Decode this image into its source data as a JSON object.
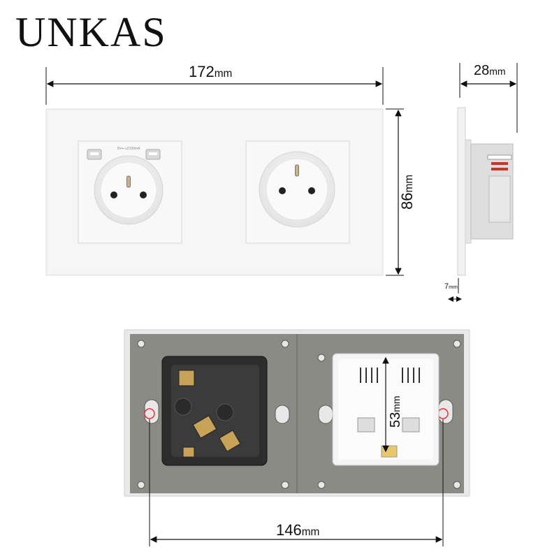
{
  "brand": {
    "name": "UNKAS"
  },
  "dimensions": {
    "width_front": {
      "value": "172",
      "unit": "mm"
    },
    "height_front": {
      "value": "86",
      "unit": "mm"
    },
    "depth_side": {
      "value": "28",
      "unit": "mm"
    },
    "plate_side": {
      "value": "7",
      "unit": "mm"
    },
    "module_height": {
      "value": "53",
      "unit": "mm"
    },
    "mount_spacing": {
      "value": "146",
      "unit": "mm"
    }
  },
  "socket_labels": {
    "usb_rating": "5V⎓ ≤2100mA"
  },
  "colors": {
    "plate": "#f4f4f4",
    "frame": "#8a8b84",
    "indicator": "#e8323c",
    "dimension_line": "#111111"
  }
}
